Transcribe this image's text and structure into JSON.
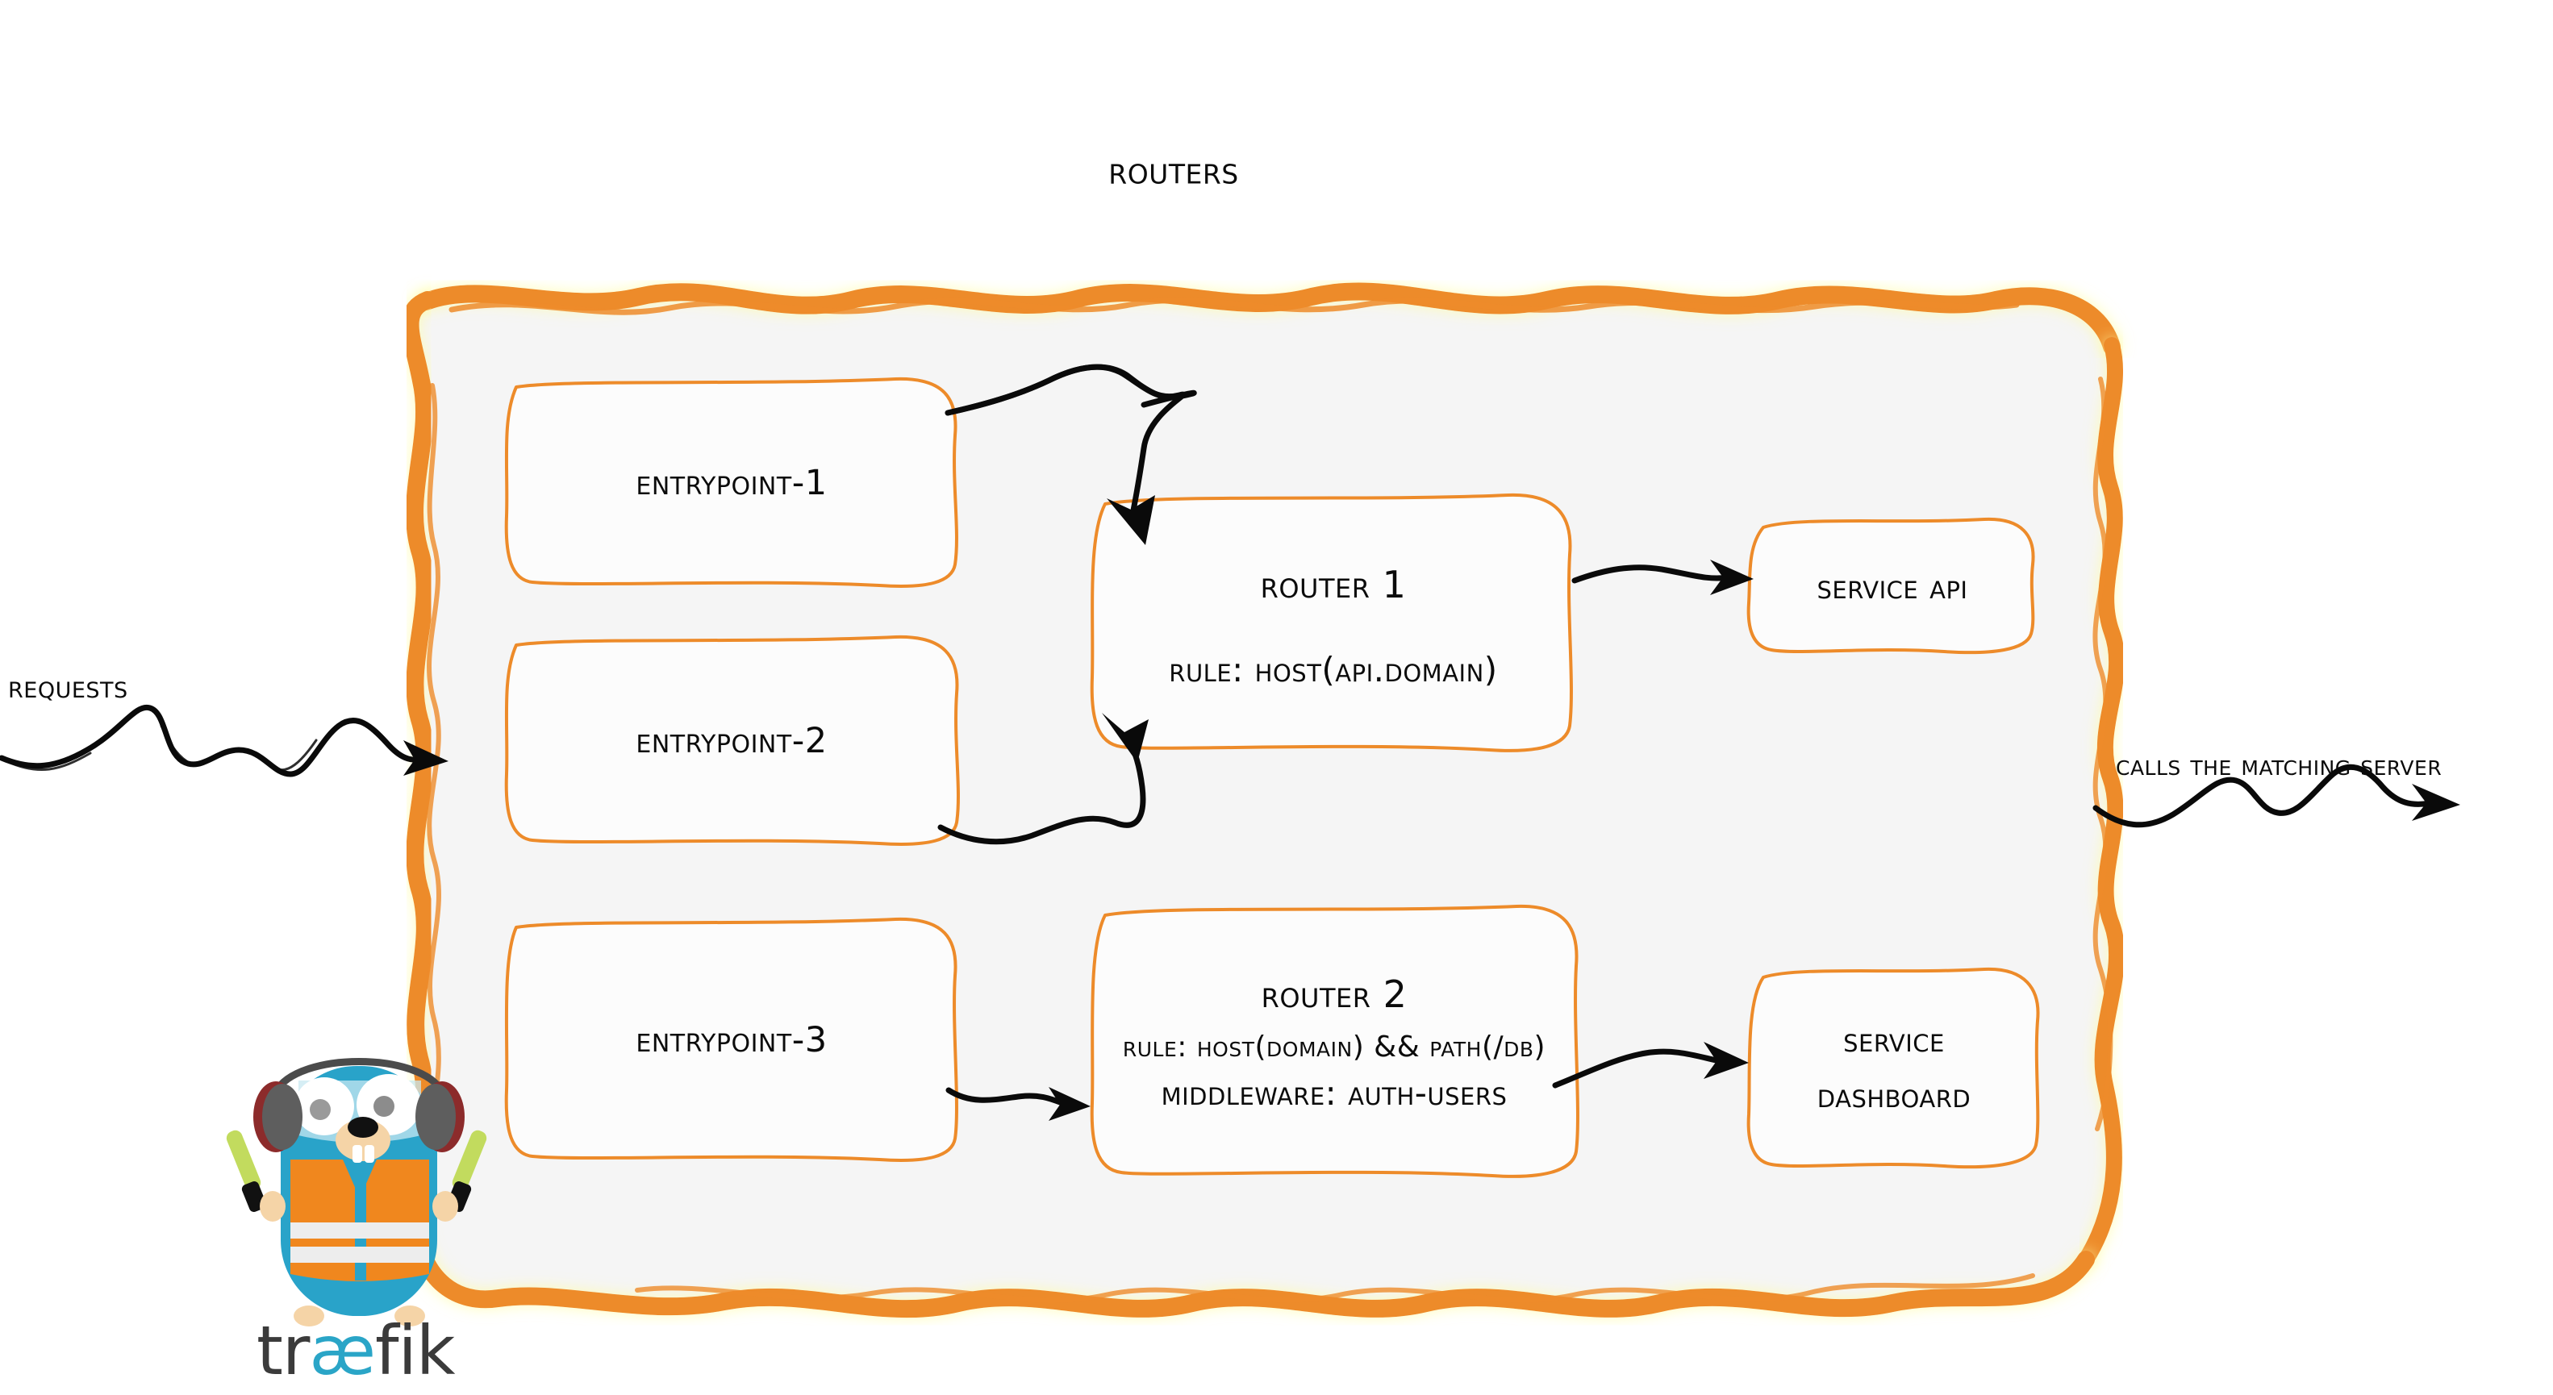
{
  "diagram": {
    "title": "Routers",
    "product": "træfik",
    "colors": {
      "accent_orange": "#ED8B2A",
      "panel_fill": "#F5F5F5",
      "ink": "#101010",
      "logo_blue": "#2AA5C7",
      "logo_orange": "#F0871E",
      "baton_green": "#C2DB5E"
    },
    "annotations": {
      "input_label": "Requests",
      "output_label": "Calls the matching server"
    },
    "entrypoints": [
      {
        "id": "entrypoint-1",
        "label": "entrypoint-1"
      },
      {
        "id": "entrypoint-2",
        "label": "entrypoint-2"
      },
      {
        "id": "entrypoint-3",
        "label": "entrypoint-3"
      }
    ],
    "routers": [
      {
        "id": "router-1",
        "title": "Router 1",
        "rule": "rule: Host(api.domain)",
        "middleware": ""
      },
      {
        "id": "router-2",
        "title": "Router 2",
        "rule": "rule: Host(domain) && Path(/db)",
        "middleware": "Middleware: auth-users"
      }
    ],
    "services": [
      {
        "id": "service-api",
        "line1": "Service API",
        "line2": ""
      },
      {
        "id": "service-dashboard",
        "line1": "Service",
        "line2": "Dashboard"
      }
    ],
    "edges": [
      {
        "from": "entrypoint-1",
        "to": "router-1"
      },
      {
        "from": "entrypoint-2",
        "to": "router-1"
      },
      {
        "from": "entrypoint-3",
        "to": "router-2"
      },
      {
        "from": "router-1",
        "to": "service-api"
      },
      {
        "from": "router-2",
        "to": "service-dashboard"
      }
    ]
  }
}
